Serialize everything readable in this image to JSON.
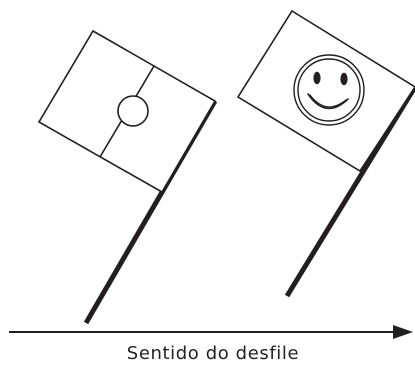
{
  "caption": "Sentido do desfile",
  "colors": {
    "ink": "#231f20",
    "background": "#ffffff"
  },
  "flags": [
    {
      "id": "left",
      "design": "flag with vertical line and circle in the center"
    },
    {
      "id": "right",
      "design": "flag with a smiley-face emblem"
    }
  ],
  "arrow": {
    "direction": "right"
  }
}
